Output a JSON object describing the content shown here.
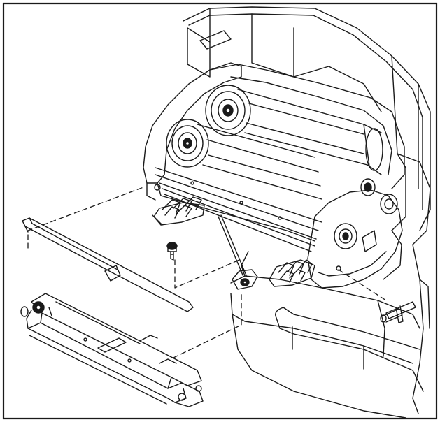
{
  "figure": {
    "kind": "exploded-view line drawing",
    "line_color": "#1a1a1a",
    "background": "#ffffff",
    "parts": [
      {
        "id": "printer-mechanism",
        "icon": "printer-mechanism-icon"
      },
      {
        "id": "ribbon-roller-upper",
        "icon": "roller-icon"
      },
      {
        "id": "ribbon-roller-lower",
        "icon": "roller-icon"
      },
      {
        "id": "guide-bar",
        "icon": "flat-bar-icon"
      },
      {
        "id": "screw",
        "icon": "screw-icon"
      },
      {
        "id": "printhead-assembly",
        "icon": "printhead-icon"
      },
      {
        "id": "pin",
        "icon": "pin-icon"
      }
    ]
  }
}
